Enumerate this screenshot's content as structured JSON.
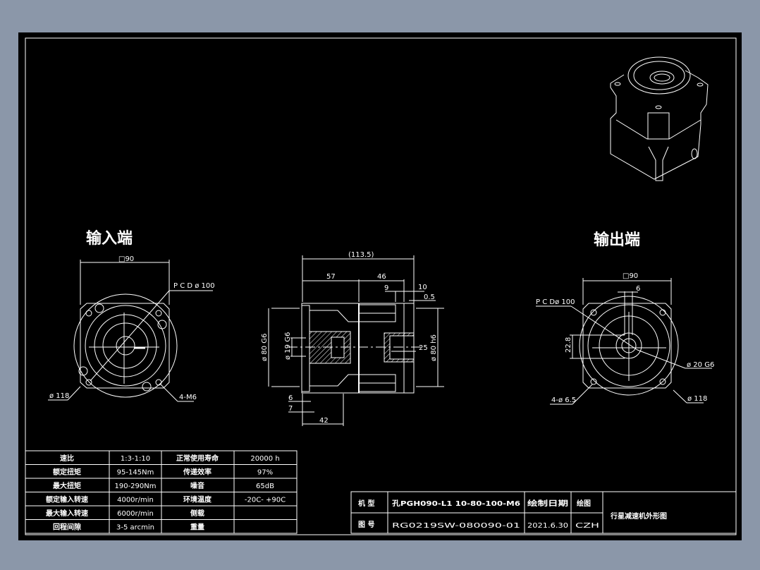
{
  "views": {
    "input_title": "输入端",
    "output_title": "输出端",
    "input_dims": {
      "square": "□90",
      "pcd": "P C D ø 100",
      "outer": "ø 118",
      "holes": "4-M6"
    },
    "output_dims": {
      "square": "□90",
      "key": "6",
      "pcd": "P C Dø 100",
      "shaft_h": "22.8",
      "shaft": "ø 20 G6",
      "holes": "4-ø 6.5",
      "outer": "ø 118"
    },
    "side_dims": {
      "total": "(113.5)",
      "d57": "57",
      "d46": "46",
      "d9": "9",
      "d10": "10",
      "d05": "0.5",
      "d80g6": "ø 80 G6",
      "d19g6": "ø 19 G6",
      "d25": "25",
      "d80h6": "ø 80 h6",
      "d6": "6",
      "d7": "7",
      "d42": "42"
    }
  },
  "spec_table": {
    "rows": [
      {
        "label": "速比",
        "value": "1:3-1:10",
        "label2": "正常使用寿命",
        "value2": "20000 h"
      },
      {
        "label": "额定扭矩",
        "value": "95-145Nm",
        "label2": "传递效率",
        "value2": "97%"
      },
      {
        "label": "最大扭矩",
        "value": "190-290Nm",
        "label2": "噪音",
        "value2": "65dB"
      },
      {
        "label": "额定输入转速",
        "value": "4000r/min",
        "label2": "环境温度",
        "value2": "-20C- +90C"
      },
      {
        "label": "最大输入转速",
        "value": "6000r/min",
        "label2": "侧载",
        "value2": ""
      },
      {
        "label": "回程间隙",
        "value": "3-5 arcmin",
        "label2": "重量",
        "value2": ""
      }
    ]
  },
  "title_block": {
    "model_label": "机 型",
    "model_value": "孔PGH090-L1 10-80-100-M6",
    "date_label": "绘制日期",
    "drawn_label": "绘图",
    "drawing_no_label": "图 号",
    "drawing_no_value": "RG0219SW-080090-01",
    "date_value": "2021.6.30",
    "drawn_value": "CZH",
    "title": "行星减速机外形图"
  }
}
